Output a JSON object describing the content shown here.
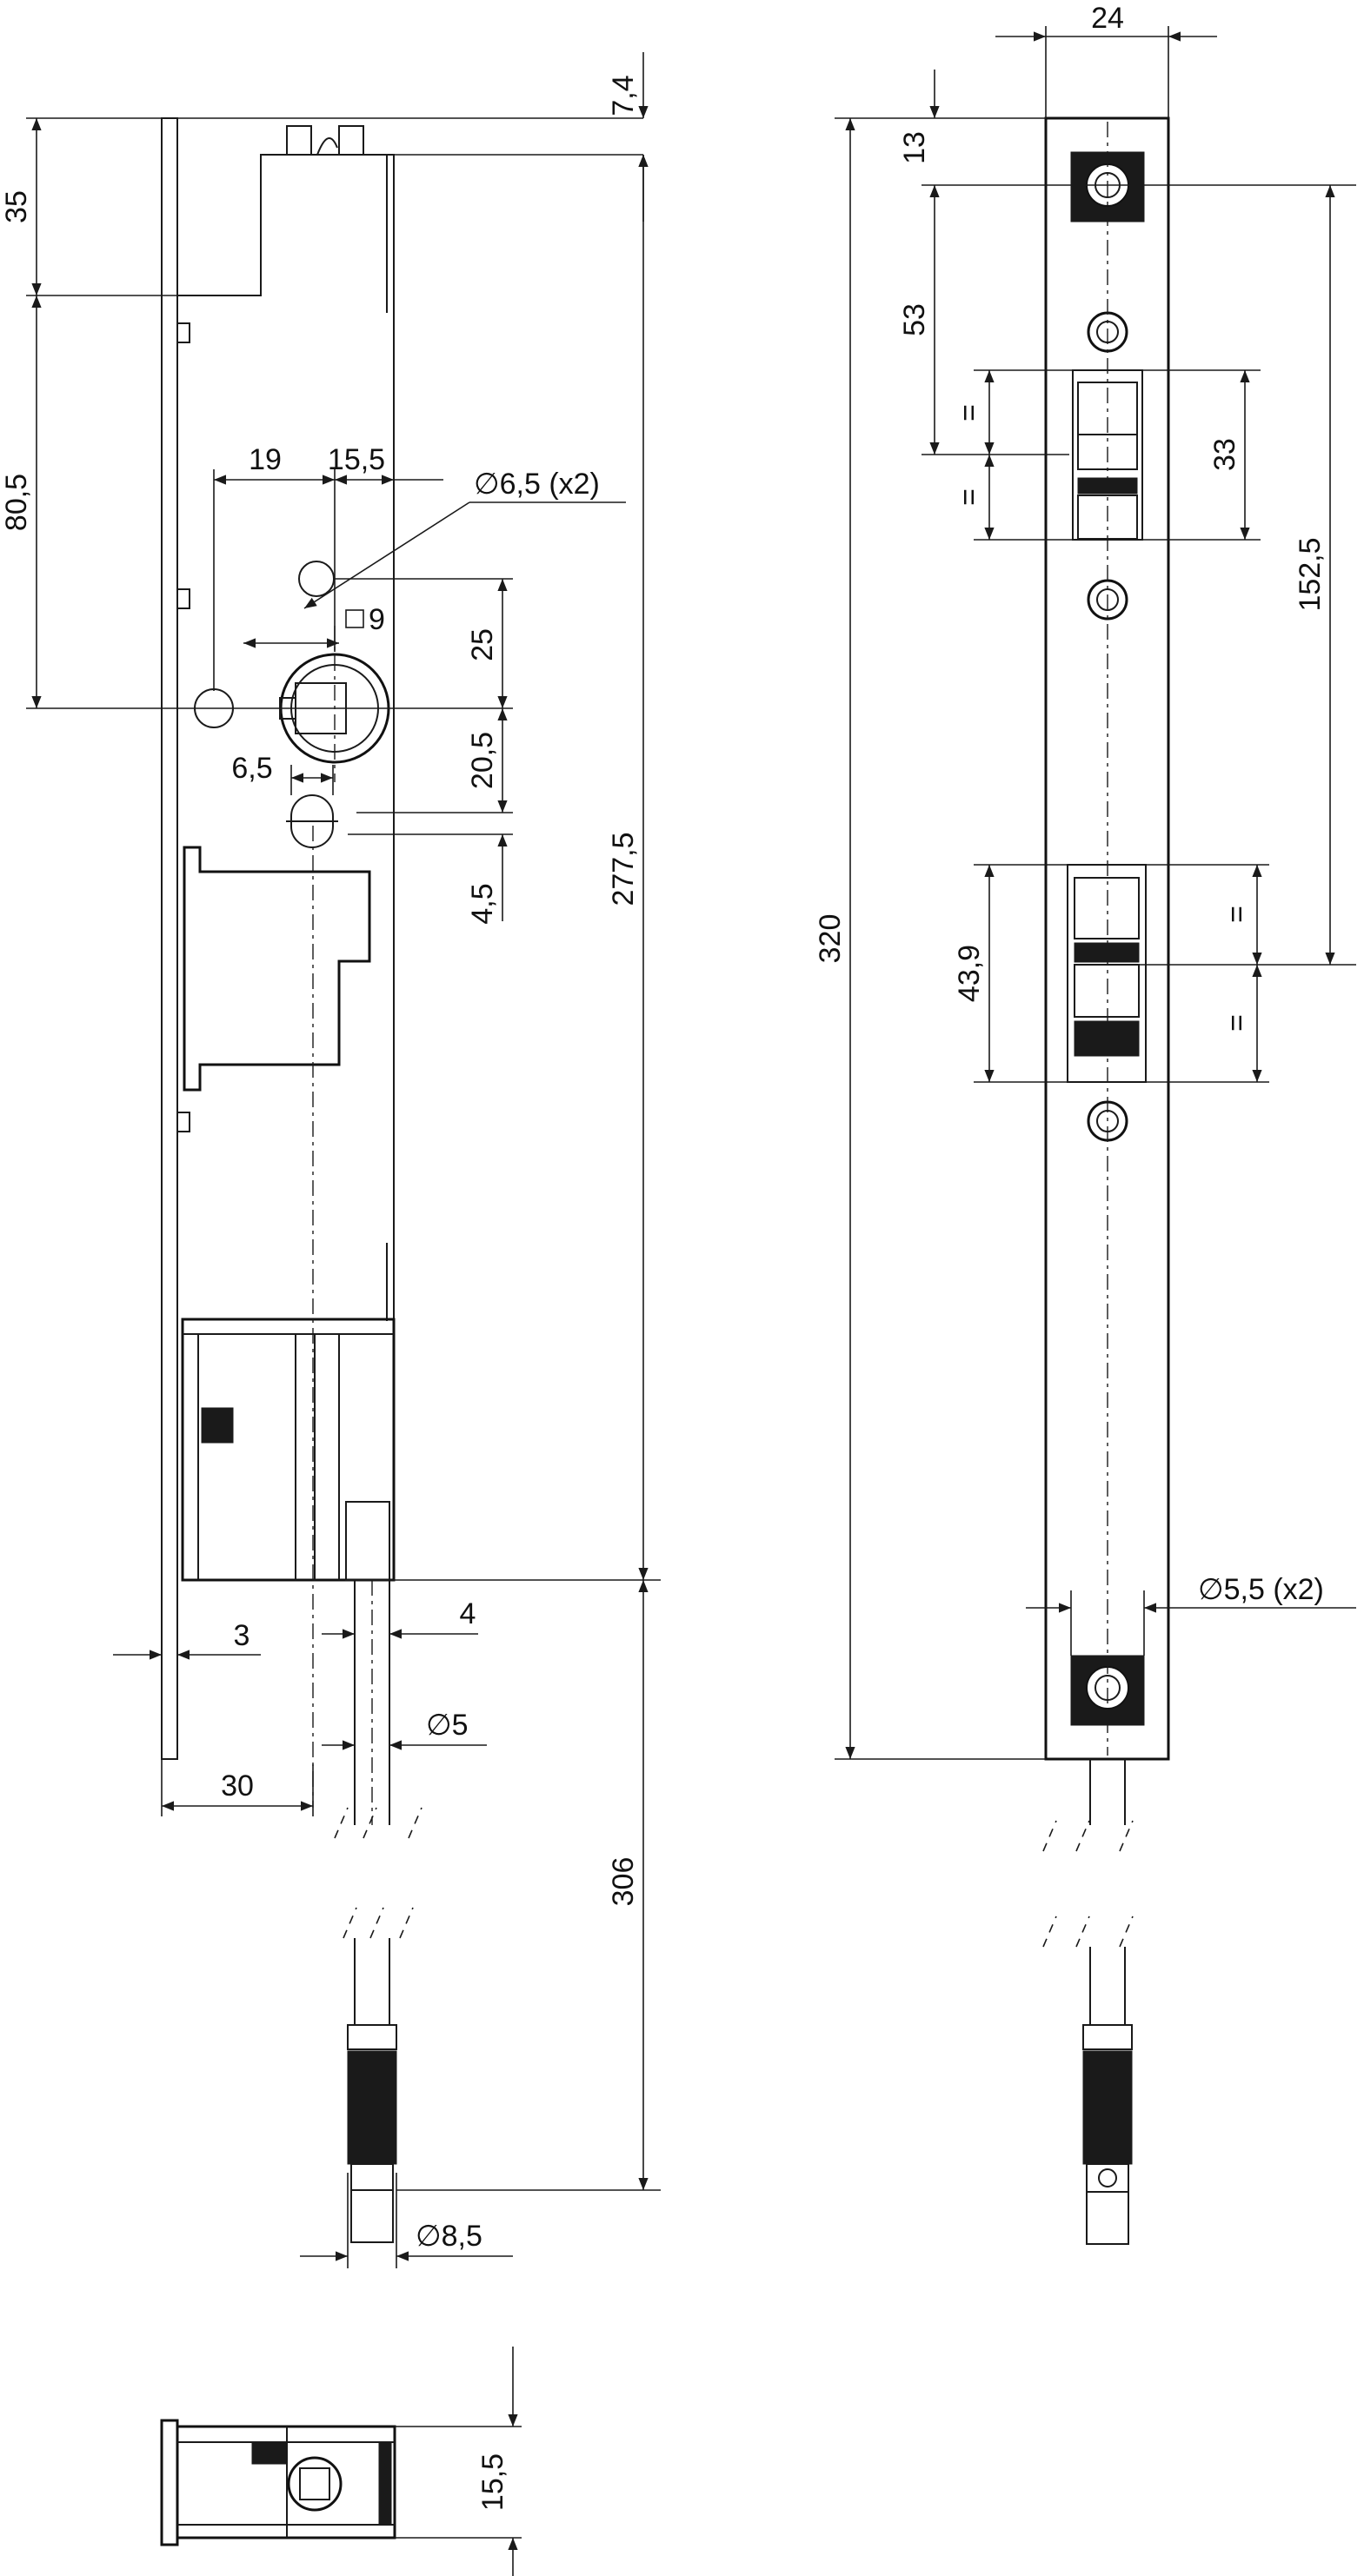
{
  "dimensions": {
    "d7_4": "7,4",
    "d35": "35",
    "d80_5": "80,5",
    "d19": "19",
    "d15_5a": "15,5",
    "d6_5x2": "∅6,5 (x2)",
    "d9": "9",
    "d25": "25",
    "d20_5": "20,5",
    "d6_5": "6,5",
    "d4_5": "4,5",
    "d277_5": "277,5",
    "d3": "3",
    "d4": "4",
    "d5": "∅5",
    "d30": "30",
    "d306": "306",
    "d8_5": "∅8,5",
    "d15_5b": "15,5",
    "d24": "24",
    "d13": "13",
    "d53": "53",
    "d33": "33",
    "d152_5": "152,5",
    "d320": "320",
    "d43_9": "43,9",
    "eq1": "=",
    "eq2": "=",
    "eq3": "=",
    "eq4": "=",
    "d5_5x2": "∅5,5 (x2)"
  }
}
